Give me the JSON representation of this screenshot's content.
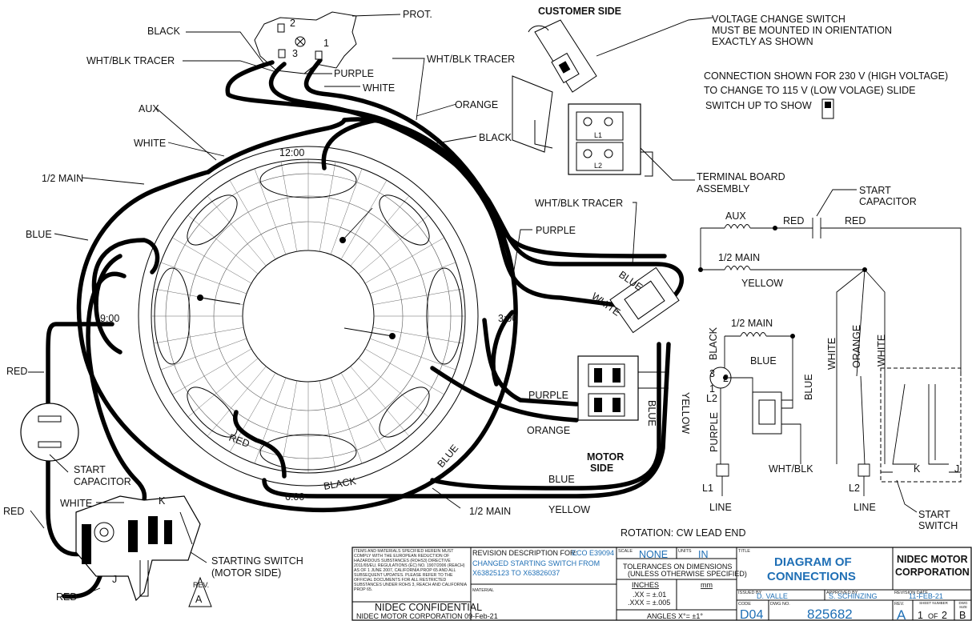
{
  "labels": {
    "prot": "PROT.",
    "black_top": "BLACK",
    "wht_blk_tracer_left": "WHT/BLK TRACER",
    "purple_top": "PURPLE",
    "white_top": "WHITE",
    "wht_blk_tracer_mid": "WHT/BLK TRACER",
    "orange_top": "ORANGE",
    "black_mid": "BLACK",
    "aux": "AUX",
    "white_left": "WHITE",
    "half_main_left": "1/2 MAIN",
    "blue_left": "BLUE",
    "red_left": "RED",
    "start_capacitor_left_1": "START",
    "start_capacitor_left_2": "CAPACITOR",
    "white_bottom_left": "WHITE",
    "red_bottom_left": "RED",
    "red_bottom": "RED",
    "k_left": "K",
    "j_left": "J",
    "starting_switch_1": "STARTING SWITCH",
    "starting_switch_2": "(MOTOR SIDE)",
    "rev": "REV.",
    "rev_letter": "A",
    "customer_side": "CUSTOMER SIDE",
    "voltage_switch_1": "VOLTAGE CHANGE SWITCH",
    "voltage_switch_2": "MUST BE MOUNTED IN ORIENTATION",
    "voltage_switch_3": "EXACTLY AS SHOWN",
    "connection_1": "CONNECTION SHOWN FOR 230 V (HIGH VOLTAGE)",
    "connection_2": "TO CHANGE TO 115 V (LOW VOLAGE) SLIDE",
    "connection_3": "SWITCH UP TO SHOW",
    "terminal_board_1": "TERMINAL BOARD",
    "terminal_board_2": "ASSEMBLY",
    "wht_blk_tracer_right": "WHT/BLK TRACER",
    "purple_right": "PURPLE",
    "blue_tb": "BLUE",
    "white_tb": "WHITE",
    "purple_motor": "PURPLE",
    "orange_motor": "ORANGE",
    "motor_side_1": "MOTOR",
    "motor_side_2": "SIDE",
    "blue_motor_v": "BLUE",
    "yellow_motor_v": "YELLOW",
    "blue_bottom": "BLUE",
    "yellow_bottom": "YELLOW",
    "blue_diag": "BLUE",
    "half_main_bottom": "1/2 MAIN",
    "red_inner": "RED",
    "black_inner": "BLACK",
    "clock_12": "12:00",
    "clock_9": "9:00",
    "clock_3": "3:00",
    "clock_6": "6:00",
    "rotation": "ROTATION: CW LEAD END",
    "line_l1": "L1",
    "line_l2": "L2",
    "line_1": "LINE",
    "line_2": "LINE"
  },
  "schematic": {
    "start_capacitor_1": "START",
    "start_capacitor_2": "CAPACITOR",
    "aux": "AUX",
    "red_1": "RED",
    "red_2": "RED",
    "half_main_1": "1/2 MAIN",
    "yellow": "YELLOW",
    "half_main_2": "1/2 MAIN",
    "black": "BLACK",
    "blue": "BLUE",
    "blue_v": "BLUE",
    "white_1": "WHITE",
    "orange": "ORANGE",
    "white_2": "WHITE",
    "l2": "L2",
    "t3": "3",
    "t2": "2",
    "t1": "1",
    "purple": "PURPLE",
    "wht_blk": "WHT/BLK",
    "k": "K",
    "j": "J",
    "start_switch_1": "START",
    "start_switch_2": "SWITCH",
    "prot_1": "1",
    "prot_2": "2",
    "prot_3": "3"
  },
  "title_block": {
    "notice": "ITEMS AND MATERIALS SPECIFIED HEREIN MUST COMPLY WITH THE EUROPEAN REDUCTION OF HAZARDOUS SUBSTANCES (ROHS3) DIRECTIVE 2011/65/EU, REGULATIONS (EC) NO. 1907/2006 (REACH) AS OF 1 JUNE 2007, CALIFORNIA PROP 65 AND ALL SUBSEQUENT UPDATES. PLEASE REFER TO THE OFFICIAL DOCUMENTS FOR ALL RESTRICTED SUBSTANCES UNDER ROHS 3, REACH AND CALIFORNIA PROP 65.",
    "confidential": "NIDEC CONFIDENTIAL",
    "confidential_sub": "NIDEC MOTOR CORPORATION 09-Feb-21",
    "revision_desc_label": "REVISION DESCRIPTION FOR:",
    "eco": "ECO E39094",
    "revision_line_1": "CHANGED STARTING SWITCH FROM",
    "revision_line_2": "X63825123 TO X63826037",
    "material": "MATERIAL",
    "scale_label": "SCALE",
    "scale": "NONE",
    "units_label": "UNITS",
    "units": "IN",
    "tol_1": "TOLERANCES ON DIMENSIONS",
    "tol_2": "(UNLESS OTHERWISE SPECIFIED)",
    "inches": "INCHES",
    "mm": "mm",
    "tol_xx": ".XX = ±.01",
    "tol_xxx": ".XXX = ±.005",
    "angles": "ANGLES  X°= ±1°",
    "title_label": "TITLE",
    "title_1": "DIAGRAM OF",
    "title_2": "CONNECTIONS",
    "company_1": "NIDEC MOTOR",
    "company_2": "CORPORATION",
    "issued_by_label": "ISSUED BY",
    "issued_by": "D. VALLE",
    "approved_by_label": "APPROVED BY",
    "approved_by": "S. SCHINZING",
    "revision_date_label": "REVISION DATE",
    "revision_date": "11-FEB-21",
    "code_label": "CODE",
    "code": "D04",
    "dwg_no_label": "DWG NO.",
    "dwg_no": "825682",
    "rev_label": "REV.",
    "rev": "A",
    "sheet_label": "SHEET NUMBER",
    "sheet_1": "1",
    "sheet_of": "OF",
    "sheet_2": "2",
    "dwg_size_label": "DWG SIZE",
    "dwg_size": "B"
  },
  "colors": {
    "title_blue": "#1f6fb5",
    "line": "#000000"
  }
}
